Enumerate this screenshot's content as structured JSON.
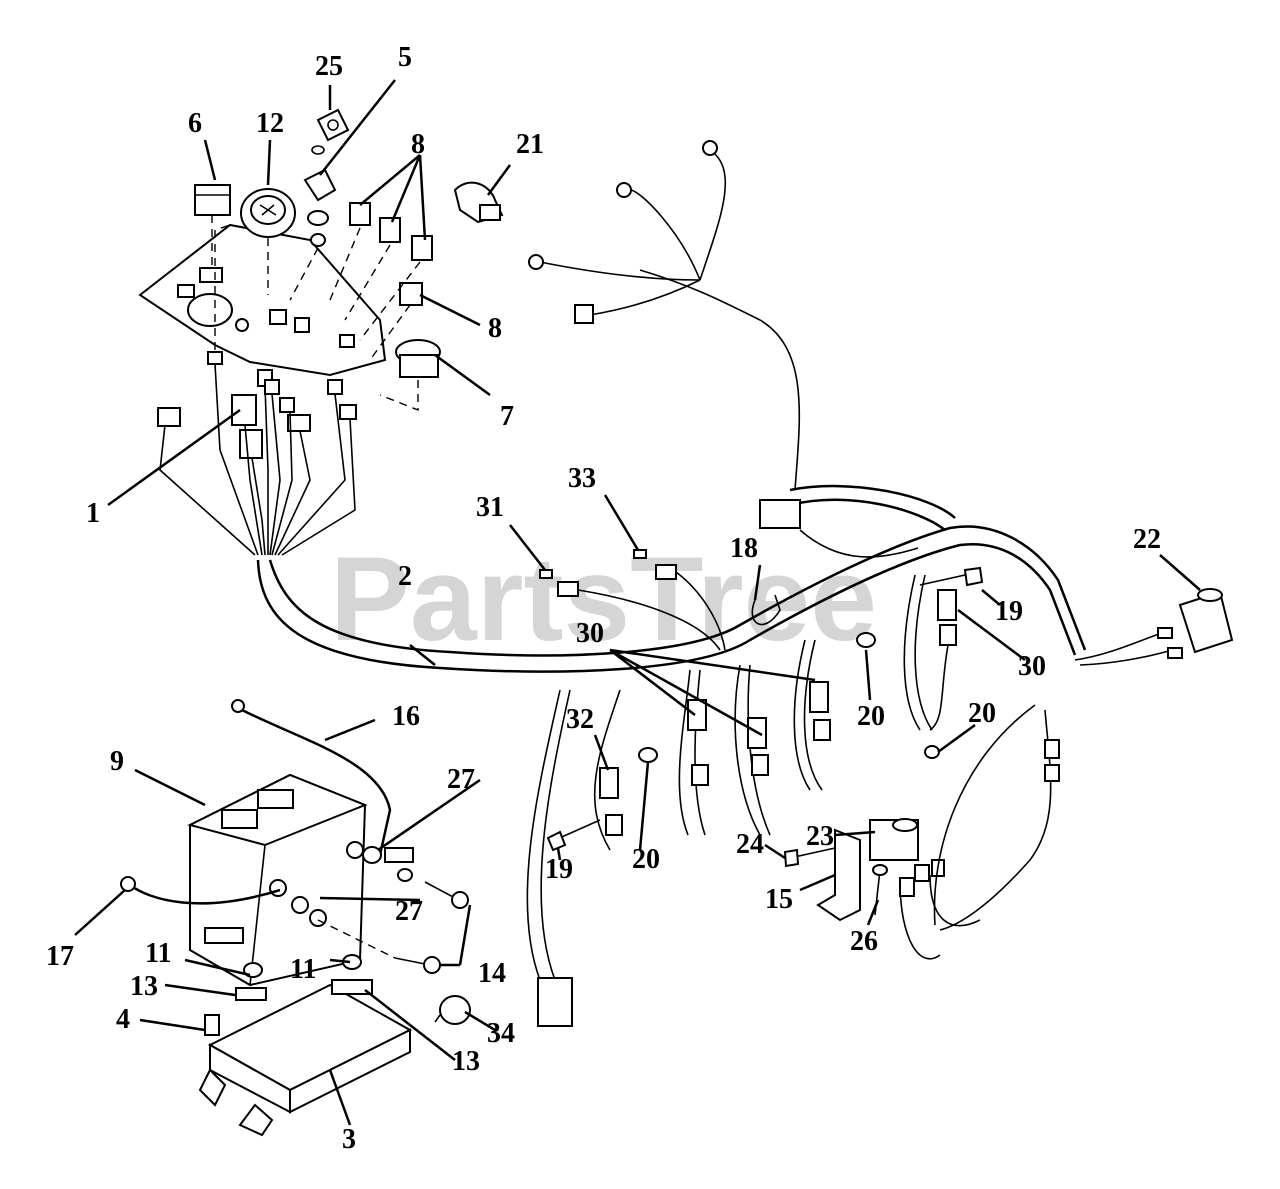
{
  "watermark": "PartsTree",
  "callouts": {
    "c1": "1",
    "c2": "2",
    "c3": "3",
    "c4": "4",
    "c5": "5",
    "c6": "6",
    "c7": "7",
    "c8a": "8",
    "c8b": "8",
    "c9": "9",
    "c11a": "11",
    "c11b": "11",
    "c12": "12",
    "c13a": "13",
    "c13b": "13",
    "c14": "14",
    "c15": "15",
    "c16": "16",
    "c17": "17",
    "c18": "18",
    "c19a": "19",
    "c19b": "19",
    "c20a": "20",
    "c20b": "20",
    "c20c": "20",
    "c21": "21",
    "c22": "22",
    "c23": "23",
    "c24": "24",
    "c25": "25",
    "c26": "26",
    "c27a": "27",
    "c27b": "27",
    "c30a": "30",
    "c30b": "30",
    "c31": "31",
    "c32": "32",
    "c33": "33",
    "c34": "34"
  }
}
